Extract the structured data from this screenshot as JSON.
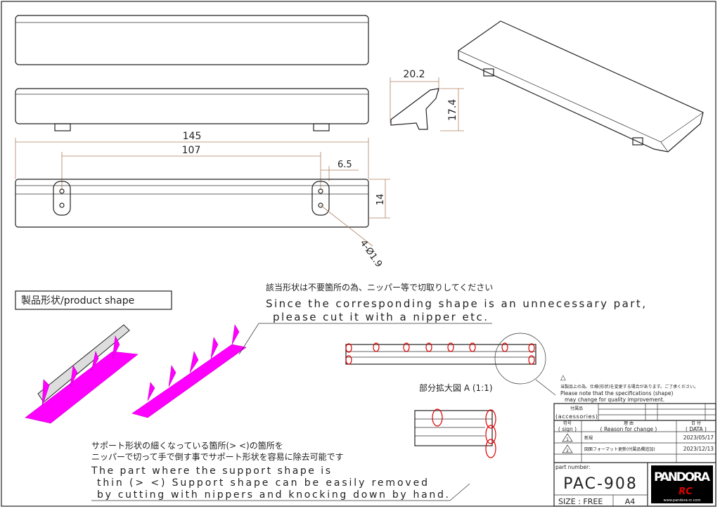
{
  "dimensions": {
    "length": "145",
    "hole_span": "107",
    "hole_offset": "6.5",
    "height": "14",
    "holes": "4-Ø1.9",
    "side_width": "20.2",
    "side_height": "17.4"
  },
  "labels": {
    "product_shape": "製品形状/product shape",
    "note_jp": "該当形状は不要箇所の為、ニッパー等で切取りしてください",
    "note_en_1": "Since the corresponding shape is an unnecessary part,",
    "note_en_2": "please cut it with a nipper etc.",
    "detail_view": "部分拡大図 A (1:1)",
    "support_jp_1": "サポート形状の細くなっている箇所(> <)の箇所を",
    "support_jp_2": "ニッパーで切って手で倒す事でサポート形状を容易に除去可能です",
    "support_en_1": "The part where the support shape is",
    "support_en_2": "thin (> <) Support shape can be easily removed",
    "support_en_3": "by cutting with nippers and knocking down by hand.",
    "spec_jp": "当製品上の為、仕様(形状)を変更する場合があります。ご了承ください。",
    "spec_en_1": "Please note that the specifications (shape)",
    "spec_en_2": "may change for quality improvement."
  },
  "title_block": {
    "accessories_jp": "付属品",
    "accessories_en": "(accessories)",
    "sign_jp": "符号",
    "sign_en": "( sign )",
    "reason_jp": "理 由",
    "reason_en": "( Reason for change )",
    "date_jp": "日 付",
    "date_en": "( DATA )",
    "revisions": [
      {
        "sign": "1",
        "reason": "新規",
        "date": "2023/05/17"
      },
      {
        "sign": "2",
        "reason": "図面フォーマット更新(付属品欄追加)",
        "date": "2023/12/13"
      }
    ],
    "part_number_label": "part number:",
    "part_number": "PAC-908",
    "size": "SIZE : FREE",
    "paper": "A4",
    "logo": "PANDORA RC",
    "logo_url": "www.pandora-rc.com"
  },
  "colors": {
    "support": "#ff00ff",
    "mark": "#dd0000",
    "dim": "#b08060"
  }
}
